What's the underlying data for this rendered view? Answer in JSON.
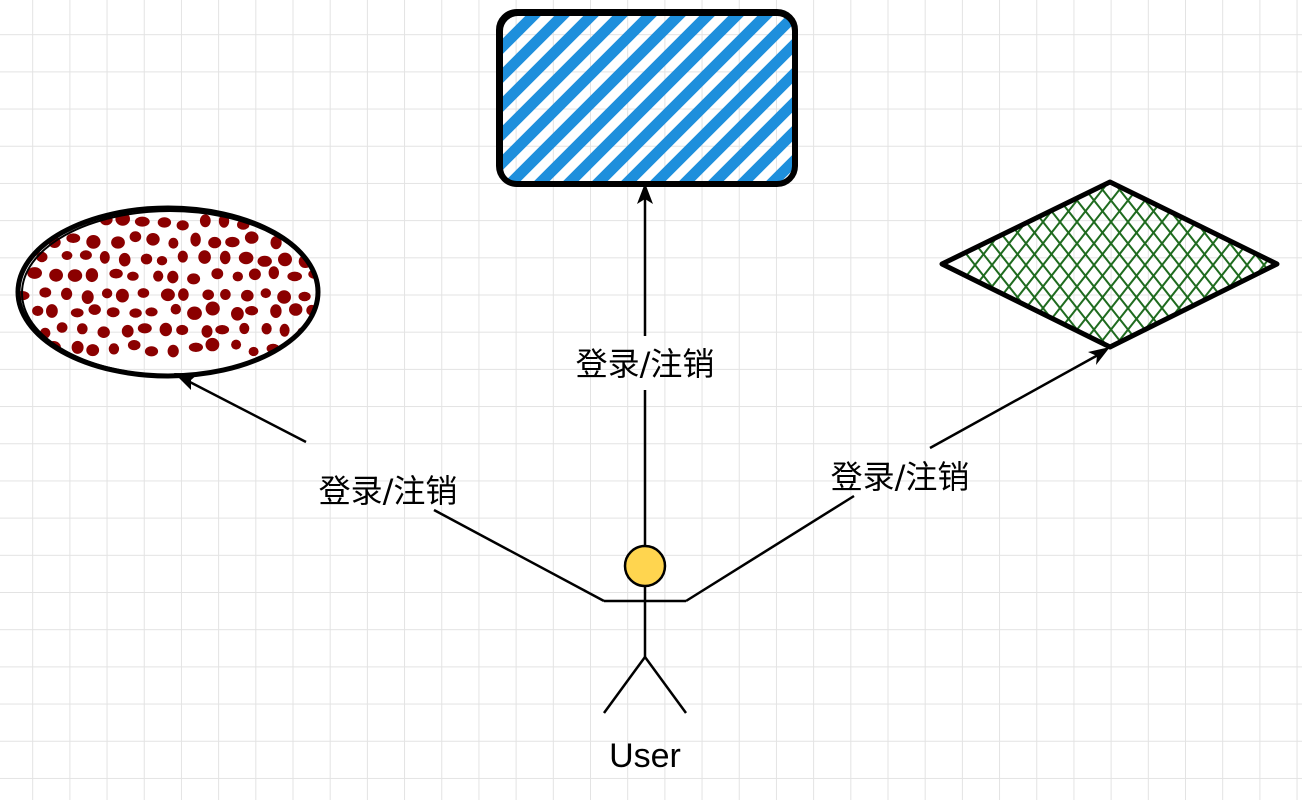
{
  "diagram": {
    "colors": {
      "background": "#ffffff",
      "grid": "#e3e3e3",
      "ellipse_fill": "#8b0000",
      "rect_fill": "#1e8fdc",
      "diamond_fill": "#1f6b1f",
      "actor_head": "#ffd54f",
      "stroke": "#000000"
    },
    "nodes": [
      {
        "id": "ellipse",
        "shape": "ellipse",
        "fill_style": "dots",
        "label": ""
      },
      {
        "id": "rect",
        "shape": "rounded-rectangle",
        "fill_style": "hatch",
        "label": ""
      },
      {
        "id": "diamond",
        "shape": "rhombus",
        "fill_style": "cross-hatch",
        "label": ""
      }
    ],
    "actor": {
      "label": "User",
      "icon": "stick-figure-icon"
    },
    "edges": [
      {
        "from": "actor",
        "to": "ellipse",
        "label": "登录/注销"
      },
      {
        "from": "actor",
        "to": "rect",
        "label": "登录/注销"
      },
      {
        "from": "actor",
        "to": "diamond",
        "label": "登录/注销"
      }
    ]
  }
}
